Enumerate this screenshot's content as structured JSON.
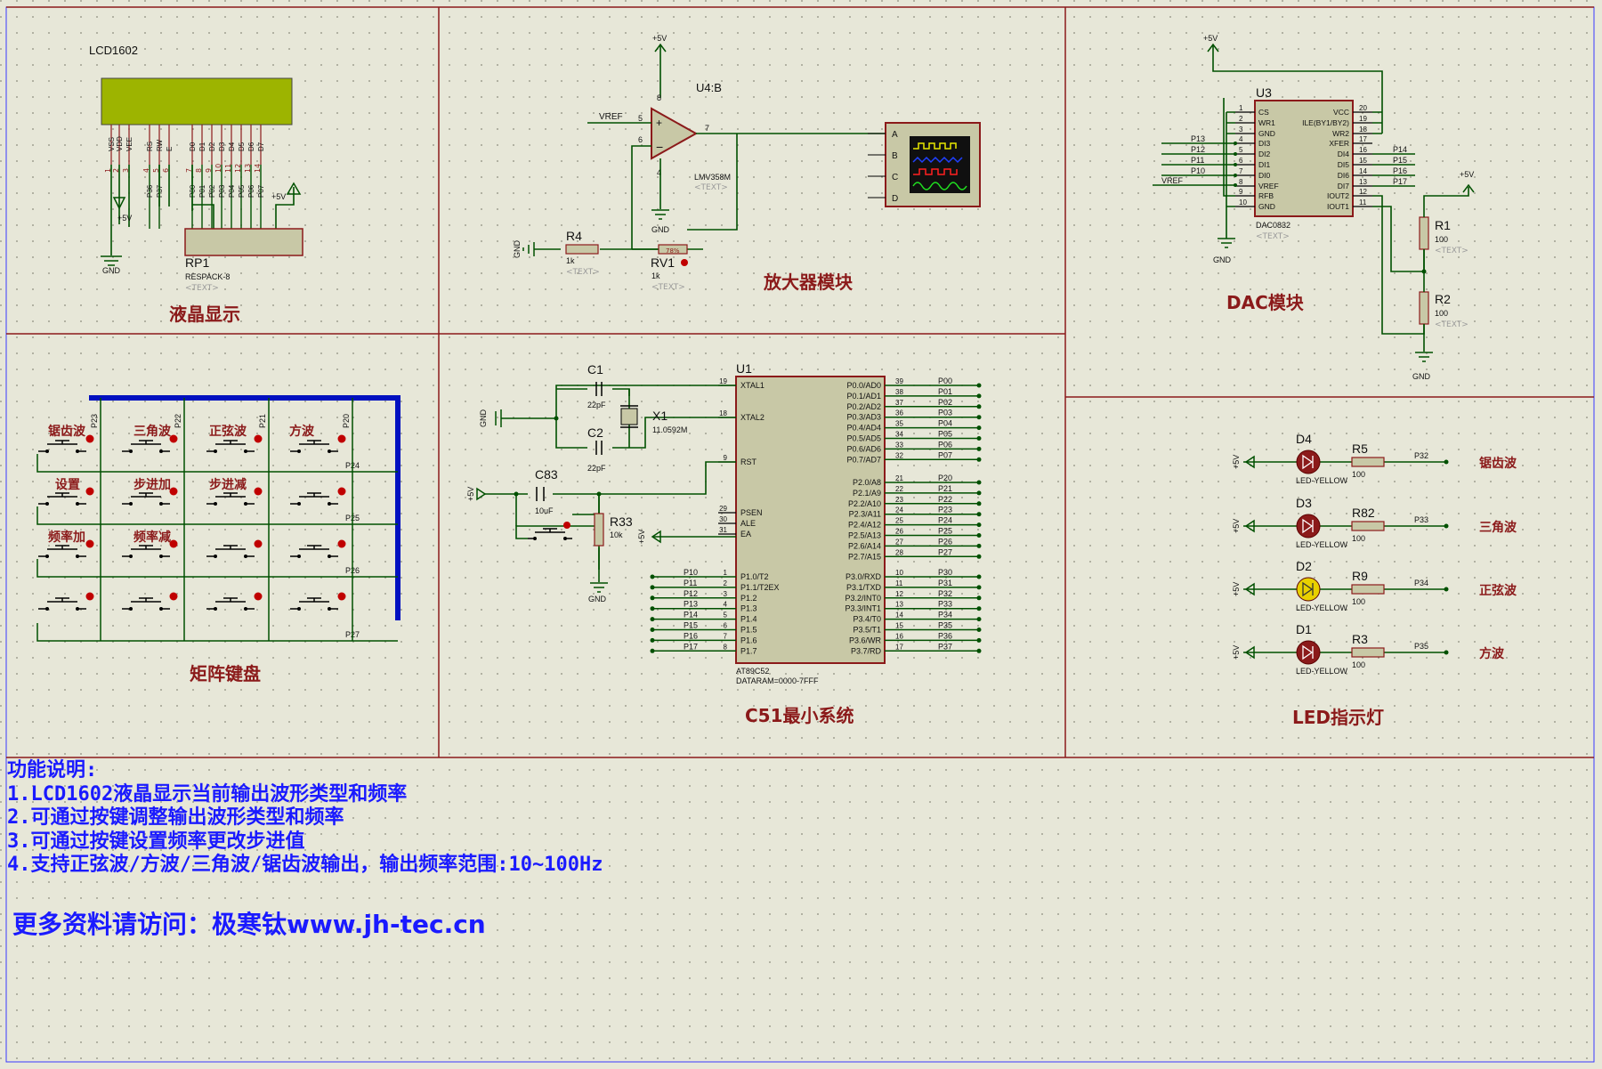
{
  "sections": {
    "lcd": "液晶显示",
    "amp": "放大器模块",
    "dac": "DAC模块",
    "keypad": "矩阵键盘",
    "mcu": "C51最小系统",
    "led": "LED指示灯"
  },
  "lcd": {
    "title": "LCD1602",
    "pins": [
      "VSS",
      "VDD",
      "VEE",
      "RS",
      "RW",
      "E",
      "D0",
      "D1",
      "D2",
      "D3",
      "D4",
      "D5",
      "D6",
      "D7"
    ],
    "pin_numbers": [
      "1",
      "2",
      "3",
      "4",
      "5",
      "6",
      "7",
      "8",
      "9",
      "10",
      "11",
      "12",
      "13",
      "14"
    ],
    "nets": [
      "P36",
      "P37",
      "P00",
      "P01",
      "P02",
      "P03",
      "P04",
      "P05",
      "P06",
      "P07"
    ],
    "rp_ref": "RP1",
    "rp_type": "RESPACK-8",
    "text": "<TEXT>",
    "gnd": "GND",
    "vcc": "+5V",
    "colors": {
      "screen": "#9DB400"
    }
  },
  "amp": {
    "vcc": "+5V",
    "ref": "U4:B",
    "part": "LMV358M",
    "text": "<TEXT>",
    "vref": "VREF",
    "gnd": "GND",
    "pins": [
      "8",
      "5",
      "6",
      "4",
      "7"
    ],
    "r4": "R4",
    "r4_val": "1k",
    "rv1": "RV1",
    "rv1_val": "1k",
    "rv1_pct": "78%",
    "scope_channels": [
      "A",
      "B",
      "C",
      "D"
    ]
  },
  "dac": {
    "vcc": "+5V",
    "ref": "U3",
    "part": "DAC0832",
    "text": "<TEXT>",
    "left_pins": [
      {
        "n": "1",
        "name": "CS"
      },
      {
        "n": "2",
        "name": "WR1"
      },
      {
        "n": "3",
        "name": "GND"
      },
      {
        "n": "4",
        "name": "DI3"
      },
      {
        "n": "5",
        "name": "DI2"
      },
      {
        "n": "6",
        "name": "DI1"
      },
      {
        "n": "7",
        "name": "DI0"
      },
      {
        "n": "8",
        "name": "VREF"
      },
      {
        "n": "9",
        "name": "RFB"
      },
      {
        "n": "10",
        "name": "GND"
      }
    ],
    "right_pins": [
      {
        "n": "20",
        "name": "VCC"
      },
      {
        "n": "19",
        "name": "ILE(BY1/BY2)"
      },
      {
        "n": "18",
        "name": "WR2"
      },
      {
        "n": "17",
        "name": "XFER"
      },
      {
        "n": "16",
        "name": "DI4"
      },
      {
        "n": "15",
        "name": "DI5"
      },
      {
        "n": "14",
        "name": "DI6"
      },
      {
        "n": "13",
        "name": "DI7"
      },
      {
        "n": "12",
        "name": "IOUT2"
      },
      {
        "n": "11",
        "name": "IOUT1"
      }
    ],
    "left_nets": [
      "P13",
      "P12",
      "P11",
      "P10",
      "VREF"
    ],
    "right_nets": [
      "P14",
      "P15",
      "P16",
      "P17"
    ],
    "gnd": "GND",
    "r1": "R1",
    "r2": "R2",
    "r_val": "100"
  },
  "keypad": {
    "labels": [
      "锯齿波",
      "三角波",
      "正弦波",
      "方波",
      "设置",
      "步进加",
      "步进减",
      "频率加",
      "频率减"
    ],
    "col_nets": [
      "P23",
      "P22",
      "P21",
      "P20"
    ],
    "row_nets": [
      "P24",
      "P25",
      "P26",
      "P27"
    ]
  },
  "mcu": {
    "ref": "U1",
    "part": "AT89C52",
    "dataram": "DATARAM=0000-7FFF",
    "c1": "C1",
    "c2": "C2",
    "c_val": "22pF",
    "x1": "X1",
    "x1_val": "11.0592M",
    "c83": "C83",
    "c83_val": "10uF",
    "r33": "R33",
    "r33_val": "10k",
    "gnd": "GND",
    "vcc": "+5V",
    "left_pins": [
      {
        "n": "19",
        "name": "XTAL1"
      },
      {
        "n": "18",
        "name": "XTAL2"
      },
      {
        "n": "9",
        "name": "RST"
      },
      {
        "n": "29",
        "name": "PSEN"
      },
      {
        "n": "30",
        "name": "ALE"
      },
      {
        "n": "31",
        "name": "EA"
      },
      {
        "n": "1",
        "name": "P1.0/T2"
      },
      {
        "n": "2",
        "name": "P1.1/T2EX"
      },
      {
        "n": "3",
        "name": "P1.2"
      },
      {
        "n": "4",
        "name": "P1.3"
      },
      {
        "n": "5",
        "name": "P1.4"
      },
      {
        "n": "6",
        "name": "P1.5"
      },
      {
        "n": "7",
        "name": "P1.6"
      },
      {
        "n": "8",
        "name": "P1.7"
      }
    ],
    "p1_nets": [
      "P10",
      "P11",
      "P12",
      "P13",
      "P14",
      "P15",
      "P16",
      "P17"
    ],
    "p0": [
      {
        "n": "39",
        "name": "P0.0/AD0",
        "net": "P00"
      },
      {
        "n": "38",
        "name": "P0.1/AD1",
        "net": "P01"
      },
      {
        "n": "37",
        "name": "P0.2/AD2",
        "net": "P02"
      },
      {
        "n": "36",
        "name": "P0.3/AD3",
        "net": "P03"
      },
      {
        "n": "35",
        "name": "P0.4/AD4",
        "net": "P04"
      },
      {
        "n": "34",
        "name": "P0.5/AD5",
        "net": "P05"
      },
      {
        "n": "33",
        "name": "P0.6/AD6",
        "net": "P06"
      },
      {
        "n": "32",
        "name": "P0.7/AD7",
        "net": "P07"
      }
    ],
    "p2": [
      {
        "n": "21",
        "name": "P2.0/A8",
        "net": "P20"
      },
      {
        "n": "22",
        "name": "P2.1/A9",
        "net": "P21"
      },
      {
        "n": "23",
        "name": "P2.2/A10",
        "net": "P22"
      },
      {
        "n": "24",
        "name": "P2.3/A11",
        "net": "P23"
      },
      {
        "n": "25",
        "name": "P2.4/A12",
        "net": "P24"
      },
      {
        "n": "26",
        "name": "P2.5/A13",
        "net": "P25"
      },
      {
        "n": "27",
        "name": "P2.6/A14",
        "net": "P26"
      },
      {
        "n": "28",
        "name": "P2.7/A15",
        "net": "P27"
      }
    ],
    "p3": [
      {
        "n": "10",
        "name": "P3.0/RXD",
        "net": "P30"
      },
      {
        "n": "11",
        "name": "P3.1/TXD",
        "net": "P31"
      },
      {
        "n": "12",
        "name": "P3.2/INT0",
        "net": "P32"
      },
      {
        "n": "13",
        "name": "P3.3/INT1",
        "net": "P33"
      },
      {
        "n": "14",
        "name": "P3.4/T0",
        "net": "P34"
      },
      {
        "n": "15",
        "name": "P3.5/T1",
        "net": "P35"
      },
      {
        "n": "16",
        "name": "P3.6/WR",
        "net": "P36"
      },
      {
        "n": "17",
        "name": "P3.7/RD",
        "net": "P37"
      }
    ]
  },
  "leds": {
    "vcc": "+5V",
    "type": "LED-YELLOW",
    "r_val": "100",
    "items": [
      {
        "d": "D4",
        "r": "R5",
        "net": "P32",
        "label": "锯齿波",
        "on": false
      },
      {
        "d": "D3",
        "r": "R82",
        "net": "P33",
        "label": "三角波",
        "on": false
      },
      {
        "d": "D2",
        "r": "R9",
        "net": "P34",
        "label": "正弦波",
        "on": true
      },
      {
        "d": "D1",
        "r": "R3",
        "net": "P35",
        "label": "方波",
        "on": false
      }
    ]
  },
  "notes": {
    "title": "功能说明:",
    "lines": [
      "1.LCD1602液晶显示当前输出波形类型和频率",
      "2.可通过按键调整输出波形类型和频率",
      "3.可通过按键设置频率更改步进值",
      "4.支持正弦波/方波/三角波/锯齿波输出，输出频率范围:10~100Hz"
    ],
    "visit": "更多资料请访问：极寒钛www.jh-tec.cn"
  },
  "colors": {
    "background": "#E7E7D8",
    "wire": "#005000",
    "border": "#8B1A1A",
    "note_text": "#1a1aff",
    "bus": "#0010C0",
    "led_off": "#8B1A1A",
    "led_on": "#E8D000"
  }
}
